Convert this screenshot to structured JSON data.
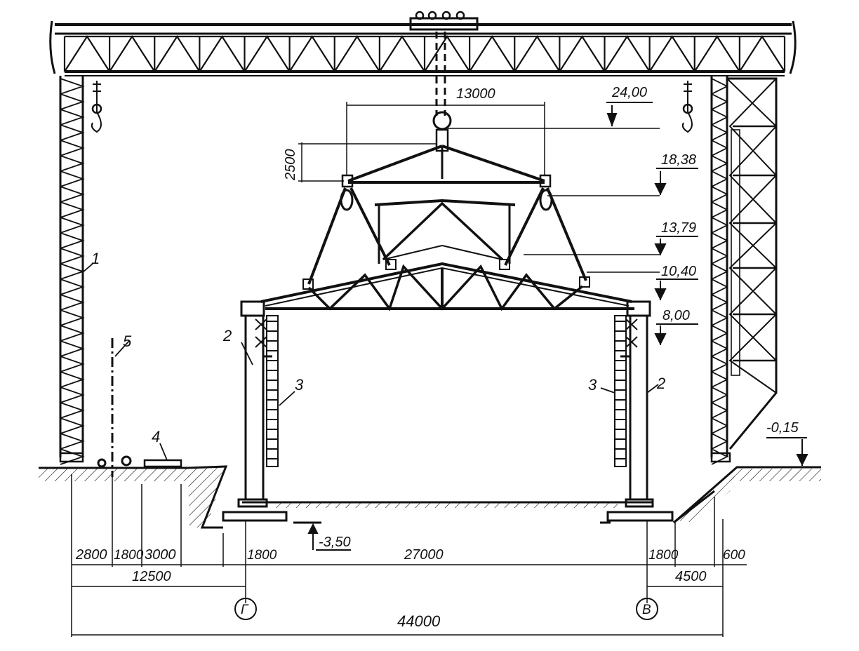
{
  "figure": {
    "dimensions": {
      "crane_span_top": "13000",
      "traverse_height": "2500",
      "bottom_segments": [
        "2800",
        "1800",
        "3000",
        "1800",
        "27000",
        "1800",
        "600"
      ],
      "subtotal_left": "12500",
      "subtotal_right": "4500",
      "overall": "44000"
    },
    "elevations": {
      "e1": "24,00",
      "e2": "18,38",
      "e3": "13,79",
      "e4": "10,40",
      "e5": "8,00",
      "ground": "-0,15",
      "pit": "-3,50"
    },
    "callouts": {
      "gantry_crane": "1",
      "column_left": "2",
      "column_right": "2",
      "wall_left": "3",
      "wall_right": "3",
      "rail_storage": "4",
      "crane_track": "5"
    },
    "axes": {
      "left": "Г",
      "right": "В"
    }
  }
}
